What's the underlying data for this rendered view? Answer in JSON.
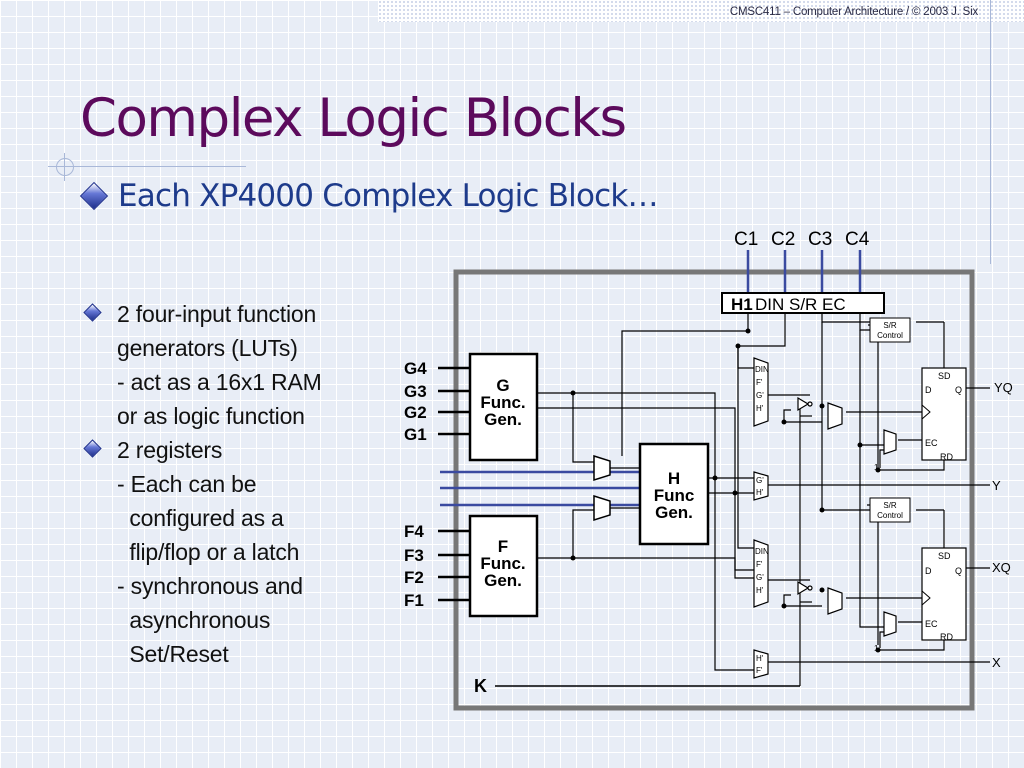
{
  "header": {
    "text": "CMSC411 – Computer Architecture / © 2003 J. Six"
  },
  "title": "Complex Logic Blocks",
  "subtitle": "Each XP4000 Complex Logic Block…",
  "bullets": [
    {
      "text": "2 four-input function\ngenerators (LUTs)\n- act as a 16x1 RAM\nor as logic function"
    },
    {
      "text": "2 registers\n- Each can be\n  configured as a\n  flip/flop or a latch\n- synchronous and\n  asynchronous\n  Set/Reset"
    }
  ],
  "diagram": {
    "top_inputs": [
      "C1",
      "C2",
      "C3",
      "C4"
    ],
    "control_bar": {
      "h1": "H1",
      "rest": "DIN S/R EC"
    },
    "g_inputs": [
      "G4",
      "G3",
      "G2",
      "G1"
    ],
    "f_inputs": [
      "F4",
      "F3",
      "F2",
      "F1"
    ],
    "g_block": [
      "G",
      "Func.",
      "Gen."
    ],
    "f_block": [
      "F",
      "Func.",
      "Gen."
    ],
    "h_block": [
      "H",
      "Func",
      "Gen."
    ],
    "clock": "K",
    "outputs": [
      "YQ",
      "Y",
      "XQ",
      "X"
    ],
    "sr_control": [
      "S/R",
      "Control"
    ],
    "ff_pins": {
      "sd": "SD",
      "d": "D",
      "q": "Q",
      "ec": "EC",
      "rd": "RD",
      "one": "1"
    },
    "mux_pins": {
      "din": "DIN",
      "f": "F'",
      "g": "G'",
      "h": "H'"
    }
  }
}
